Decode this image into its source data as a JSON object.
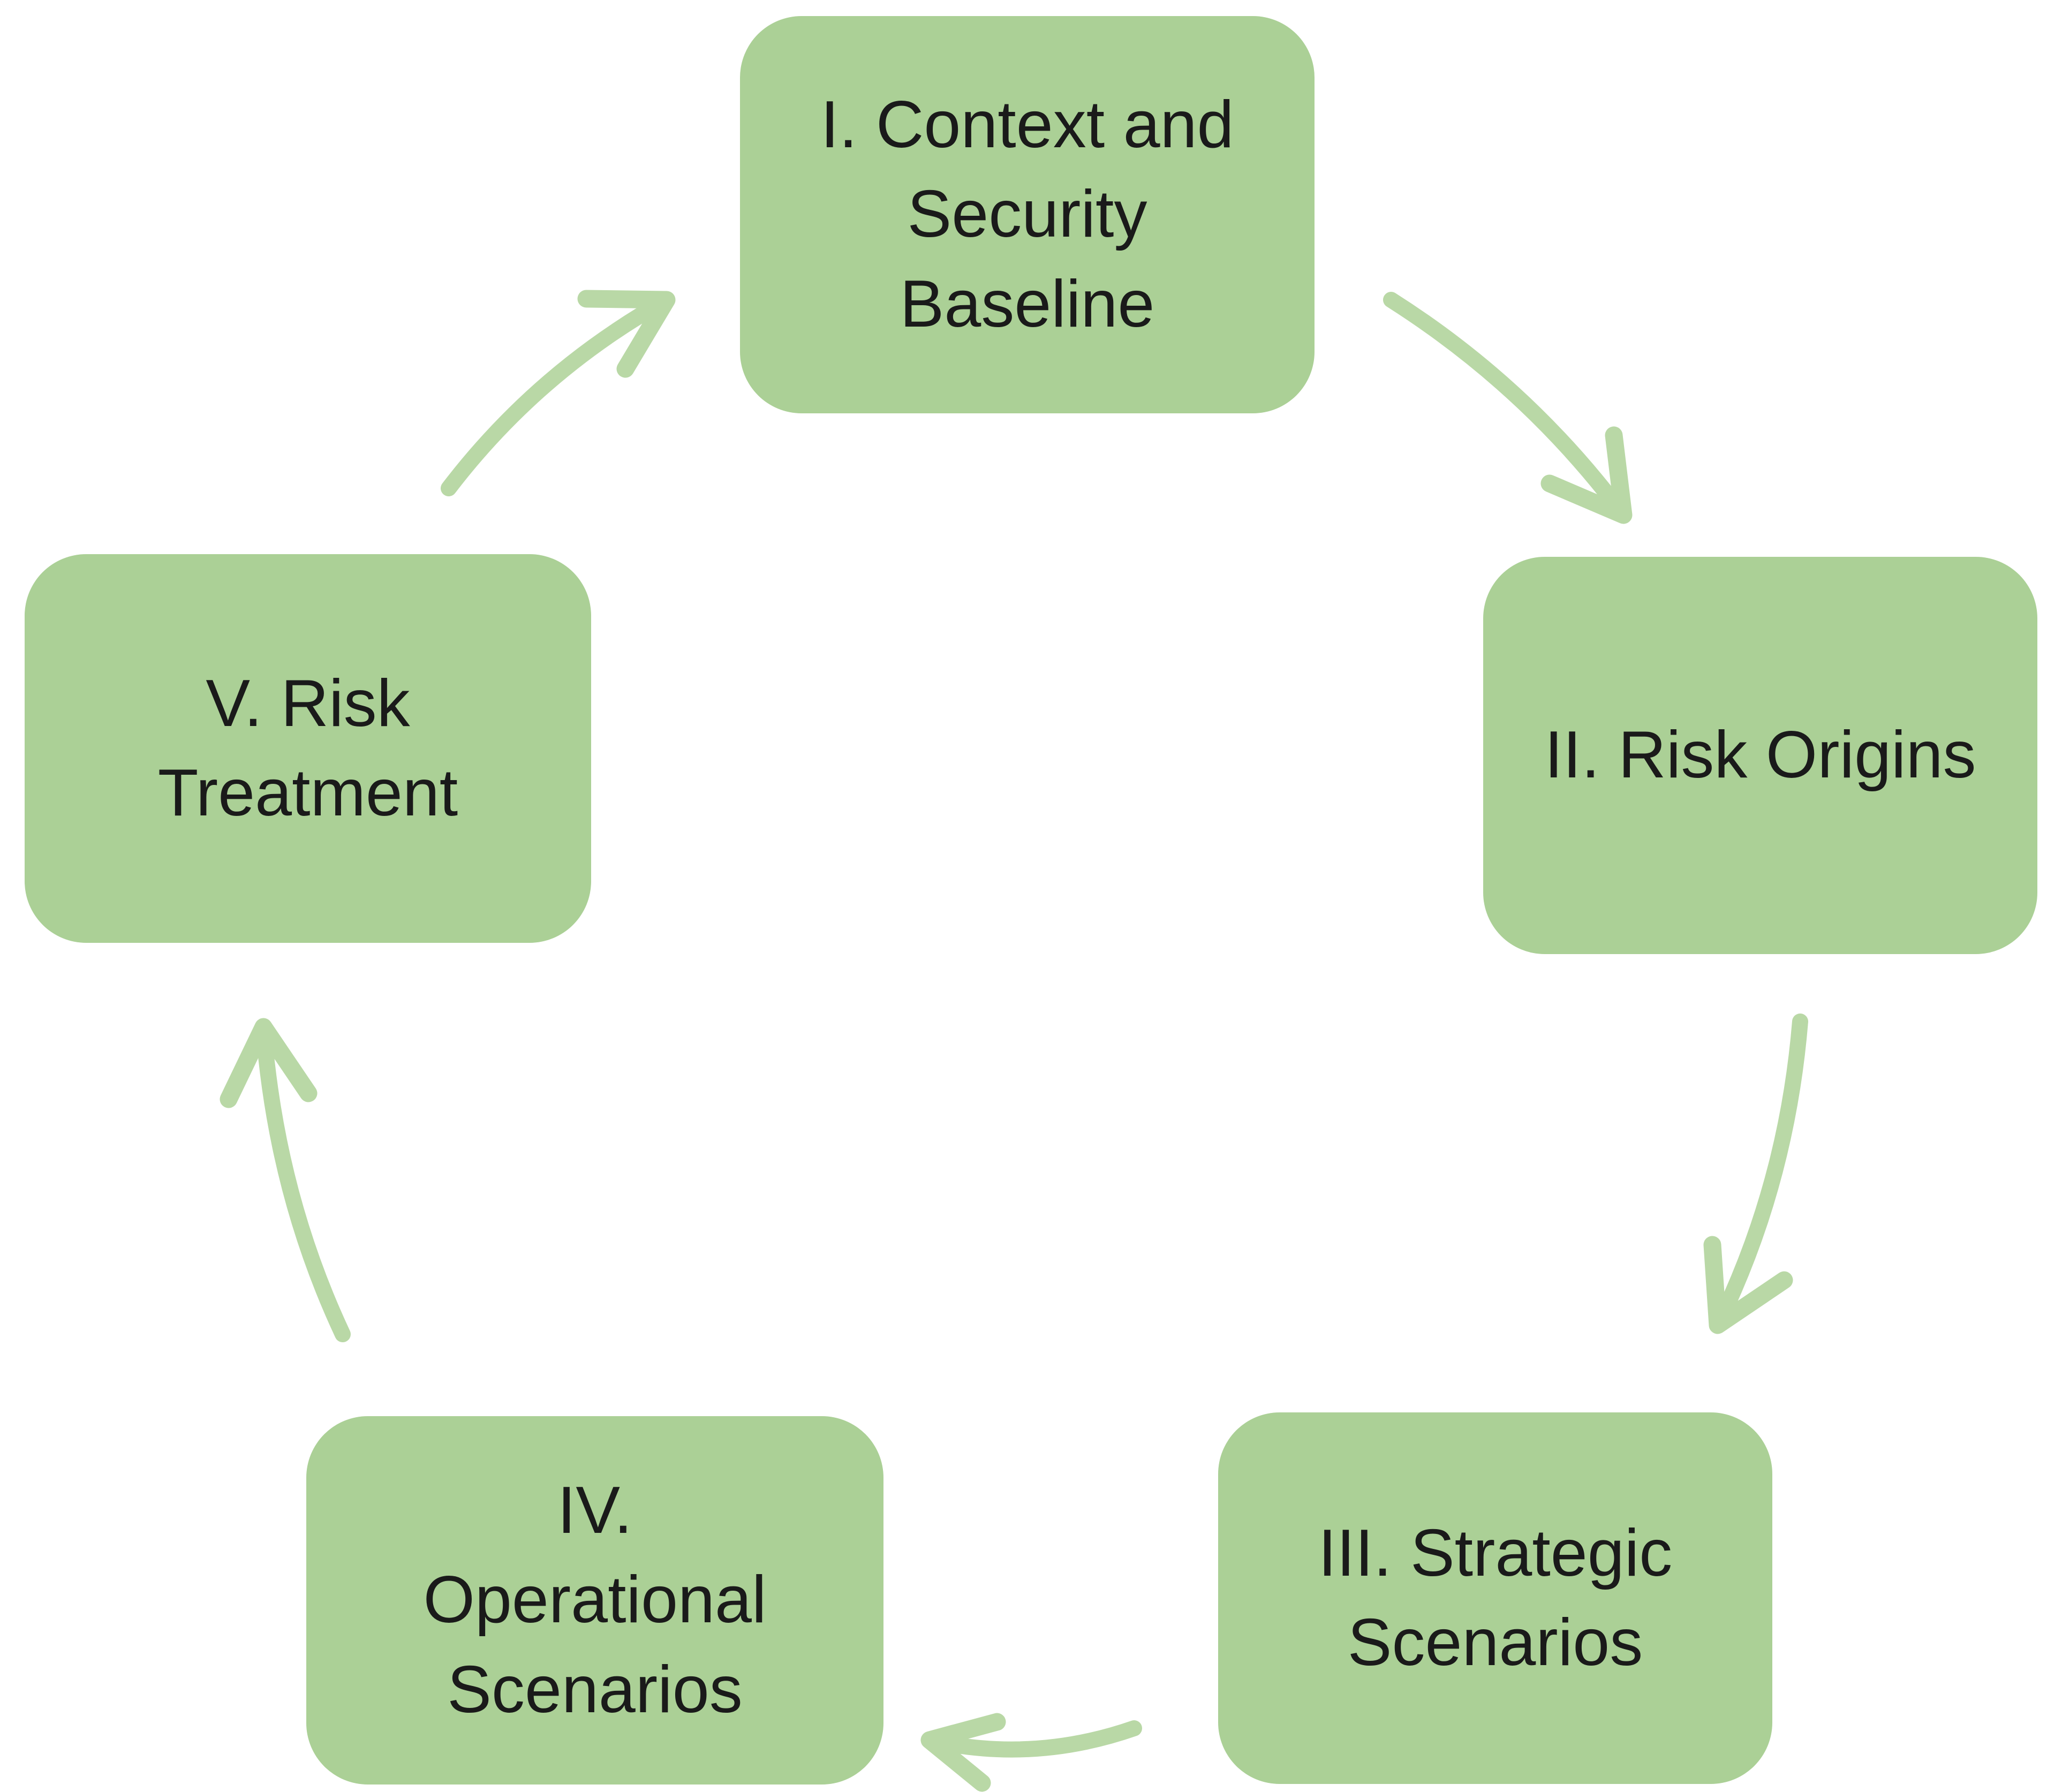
{
  "diagram": {
    "type": "cycle",
    "direction": "clockwise",
    "colors": {
      "background": "#ffffff",
      "node_fill": "#abd096",
      "arrow": "#b9d8a6",
      "text": "#1a1a1a"
    },
    "nodes": [
      {
        "id": "I",
        "label": "I. Context and\nSecurity\nBaseline"
      },
      {
        "id": "II",
        "label": "II. Risk Origins"
      },
      {
        "id": "III",
        "label": "III. Strategic\nScenarios"
      },
      {
        "id": "IV",
        "label": "IV.\nOperational\nScenarios"
      },
      {
        "id": "V",
        "label": "V. Risk\nTreatment"
      }
    ],
    "edges": [
      {
        "from": "I",
        "to": "II"
      },
      {
        "from": "II",
        "to": "III"
      },
      {
        "from": "III",
        "to": "IV"
      },
      {
        "from": "IV",
        "to": "V"
      },
      {
        "from": "V",
        "to": "I"
      }
    ]
  }
}
